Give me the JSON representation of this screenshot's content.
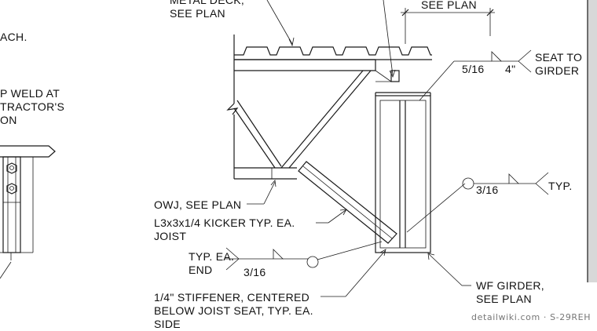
{
  "labels": {
    "metal_deck_1": "METAL DECK,",
    "metal_deck_2": "SEE PLAN",
    "see_plan_dim": "SEE PLAN",
    "left_frag_1": "ACH.",
    "left_frag_2": "P WELD AT",
    "left_frag_3": "TRACTOR'S",
    "left_frag_4": "ON",
    "seat_weld_size": "5/16",
    "seat_weld_len": "4\"",
    "seat_to_1": "SEAT TO",
    "seat_to_2": "GIRDER",
    "typ_weld_size": "3/16",
    "typ_right": "TYP.",
    "owj": "OWJ, SEE PLAN",
    "kicker_1": "L3x3x1/4 KICKER TYP. EA.",
    "kicker_2": "JOIST",
    "typ_ea_1": "TYP. EA.",
    "typ_ea_2": "END",
    "end_weld_size": "3/16",
    "stiffener_1": "1/4\" STIFFENER, CENTERED",
    "stiffener_2": "BELOW JOIST SEAT, TYP. EA.",
    "stiffener_3": "SIDE",
    "wf_girder_1": "WF GIRDER,",
    "wf_girder_2": "SEE PLAN",
    "watermark": "detailwiki.com · S-29REH"
  }
}
